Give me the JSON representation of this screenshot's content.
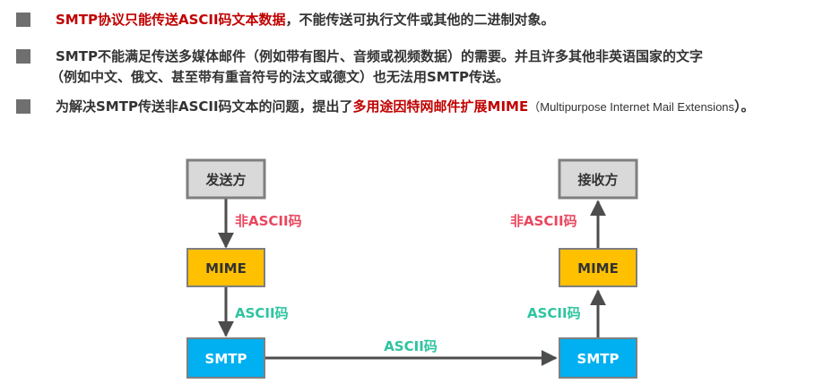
{
  "bullets": [
    {
      "red": "SMTP协议只能传送ASCII码文本数据",
      "rest": "，不能传送可执行文件或其他的二进制对象。"
    },
    {
      "line1": "SMTP不能满足传送多媒体邮件（例如带有图片、音频或视频数据）的需要。并且许多其他非英语国家的文字",
      "line2": "（例如中文、俄文、甚至带有重音符号的法文或德文）也无法用SMTP传送。"
    },
    {
      "pre": "为解决SMTP传送非ASCII码文本的问题，提出了",
      "red": "多用途因特网邮件扩展MIME",
      "paren_open": "（",
      "english": "Multipurpose Internet Mail Extensions",
      "paren_close": "）。"
    }
  ],
  "diagram": {
    "sender": "发送方",
    "receiver": "接收方",
    "mime_left": "MIME",
    "mime_right": "MIME",
    "smtp_left": "SMTP",
    "smtp_right": "SMTP",
    "label_non_ascii_left": "非ASCII码",
    "label_non_ascii_right": "非ASCII码",
    "label_ascii_left": "ASCII码",
    "label_ascii_right": "ASCII码",
    "label_ascii_middle": "ASCII码",
    "colors": {
      "endpoint_fill": "#d9d9d9",
      "endpoint_stroke": "#7f7f7f",
      "mime_fill": "#ffc000",
      "smtp_fill": "#00b0f0",
      "non_ascii_text": "#e8475f",
      "ascii_text": "#2ec4a0",
      "emphasis_red": "#c00000"
    }
  }
}
